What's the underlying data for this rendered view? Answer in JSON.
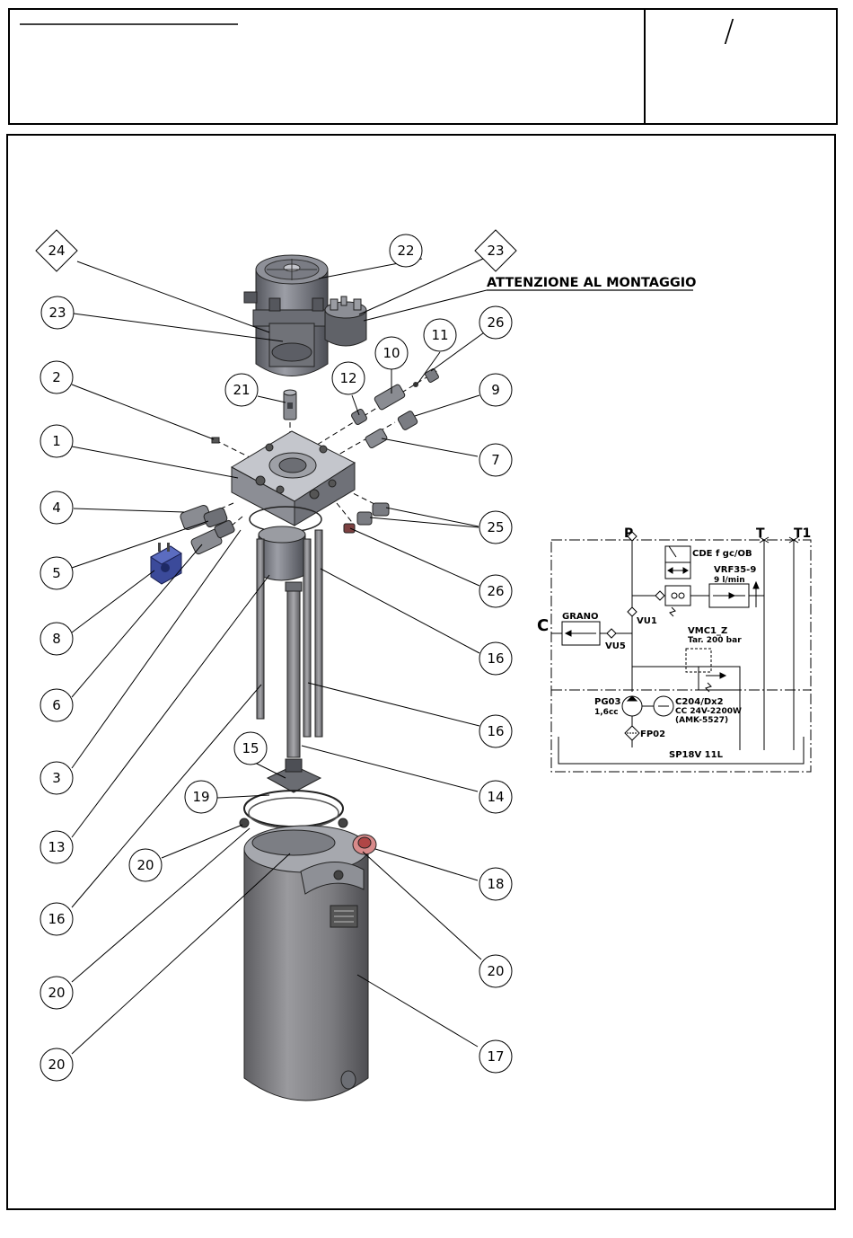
{
  "title_block": {
    "slash": "/"
  },
  "warning_note": "ATTENZIONE AL MONTAGGIO",
  "callouts": [
    {
      "id": "c24",
      "label": "24",
      "shape": "diamond"
    },
    {
      "id": "c22",
      "label": "22",
      "shape": "circle"
    },
    {
      "id": "c23a",
      "label": "23",
      "shape": "diamond"
    },
    {
      "id": "c23b",
      "label": "23",
      "shape": "circle"
    },
    {
      "id": "c26a",
      "label": "26",
      "shape": "circle"
    },
    {
      "id": "c11",
      "label": "11",
      "shape": "circle"
    },
    {
      "id": "c10",
      "label": "10",
      "shape": "circle"
    },
    {
      "id": "c12",
      "label": "12",
      "shape": "circle"
    },
    {
      "id": "c2",
      "label": "2",
      "shape": "circle"
    },
    {
      "id": "c21",
      "label": "21",
      "shape": "circle"
    },
    {
      "id": "c9",
      "label": "9",
      "shape": "circle"
    },
    {
      "id": "c1",
      "label": "1",
      "shape": "circle"
    },
    {
      "id": "c7",
      "label": "7",
      "shape": "circle"
    },
    {
      "id": "c4",
      "label": "4",
      "shape": "circle"
    },
    {
      "id": "c25",
      "label": "25",
      "shape": "circle"
    },
    {
      "id": "c5",
      "label": "5",
      "shape": "circle"
    },
    {
      "id": "c26b",
      "label": "26",
      "shape": "circle"
    },
    {
      "id": "c8",
      "label": "8",
      "shape": "circle"
    },
    {
      "id": "c16a",
      "label": "16",
      "shape": "circle"
    },
    {
      "id": "c6",
      "label": "6",
      "shape": "circle"
    },
    {
      "id": "c16b",
      "label": "16",
      "shape": "circle"
    },
    {
      "id": "c15",
      "label": "15",
      "shape": "circle"
    },
    {
      "id": "c3",
      "label": "3",
      "shape": "circle"
    },
    {
      "id": "c19",
      "label": "19",
      "shape": "circle"
    },
    {
      "id": "c14",
      "label": "14",
      "shape": "circle"
    },
    {
      "id": "c13",
      "label": "13",
      "shape": "circle"
    },
    {
      "id": "c20a",
      "label": "20",
      "shape": "circle"
    },
    {
      "id": "c18",
      "label": "18",
      "shape": "circle"
    },
    {
      "id": "c16c",
      "label": "16",
      "shape": "circle"
    },
    {
      "id": "c20b",
      "label": "20",
      "shape": "circle"
    },
    {
      "id": "c20c",
      "label": "20",
      "shape": "circle"
    },
    {
      "id": "c17",
      "label": "17",
      "shape": "circle"
    },
    {
      "id": "c20d",
      "label": "20",
      "shape": "circle"
    }
  ],
  "schematic": {
    "port_p": "P",
    "port_t": "T",
    "port_t1": "T1",
    "port_c": "C",
    "valve_cde": "CDE f gc/OB",
    "vrf_name": "VRF35-9",
    "vrf_flow": "9 l/min",
    "grano": "GRANO",
    "vu1": "VU1",
    "vu5": "VU5",
    "vmc_name": "VMC1_Z",
    "vmc_setting": "Tar. 200 bar",
    "pump": "PG03",
    "pump_cc": "1,6cc",
    "motor": "C204/Dx2",
    "motor_spec": "CC 24V-2200W",
    "motor_code": "(AMK-5527)",
    "filter": "FP02",
    "unit": "SP18V 11L"
  }
}
